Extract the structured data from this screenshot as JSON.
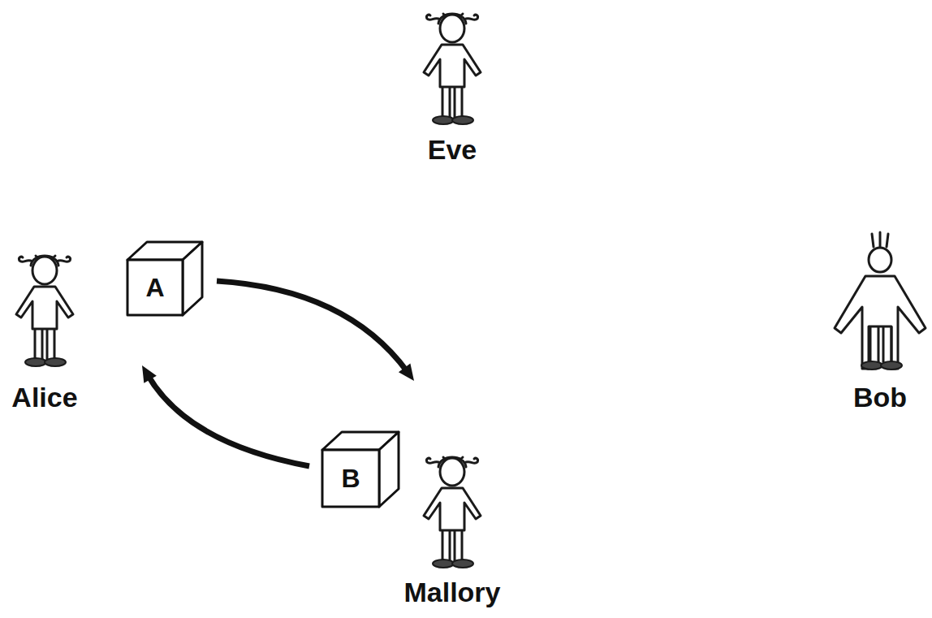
{
  "diagram": {
    "nodes": [
      {
        "text": [
          "Eve"
        ]
      },
      {
        "text": [
          "Alice"
        ]
      },
      {
        "text": [
          "A"
        ]
      },
      {
        "text": [
          "Bob"
        ]
      },
      {
        "text": [
          "B"
        ]
      },
      {
        "text": [
          "Mallory"
        ]
      }
    ],
    "edges": [
      {
        "from": 2,
        "to": 5,
        "arrow": "to"
      },
      {
        "from": 4,
        "to": 1,
        "arrow": "to"
      }
    ]
  }
}
